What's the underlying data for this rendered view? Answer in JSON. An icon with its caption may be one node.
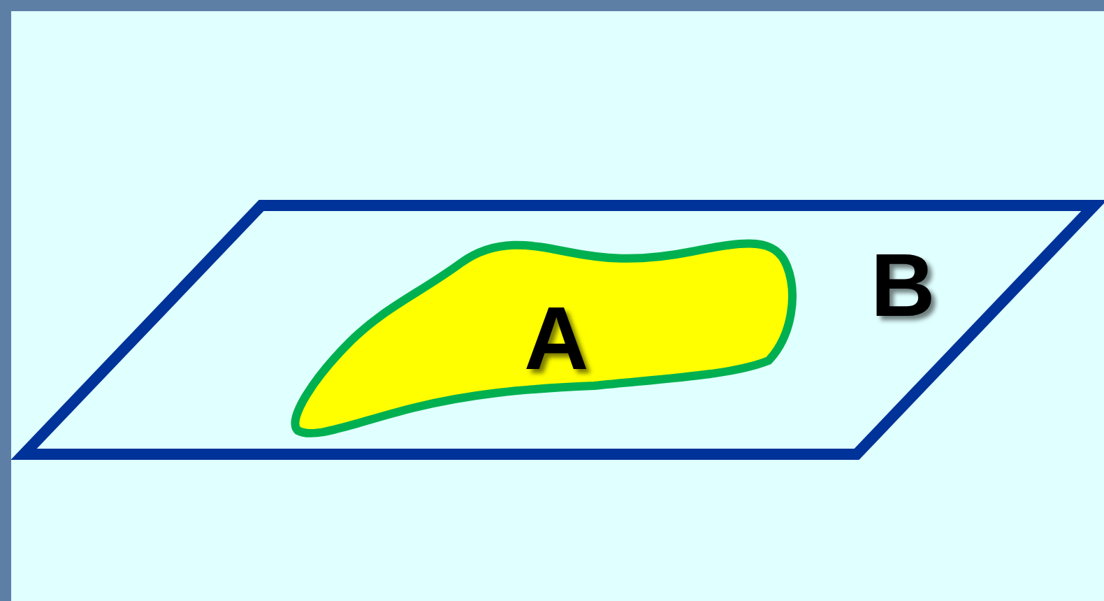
{
  "diagram": {
    "nodes": [
      {
        "text": [
          "B"
        ]
      },
      {
        "text": [
          "A"
        ],
        "in": 0
      }
    ]
  }
}
